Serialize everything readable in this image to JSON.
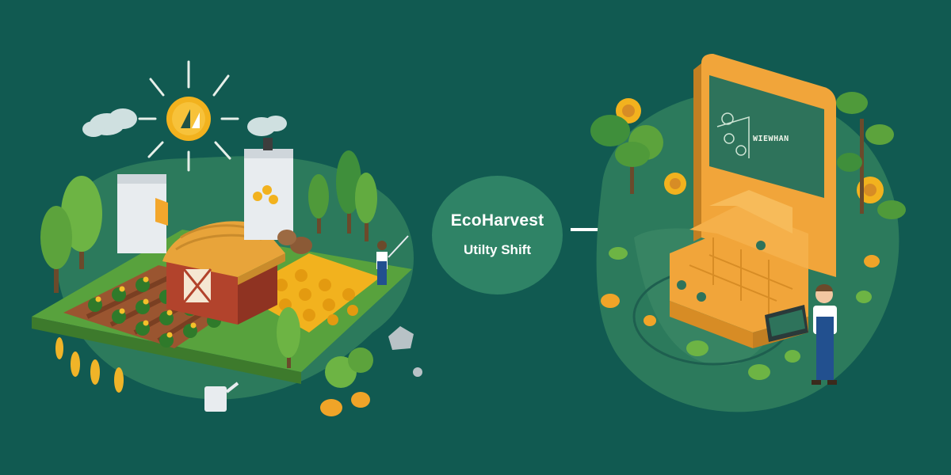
{
  "badge": {
    "line1": "EcoHarvest",
    "line2": "Utilty Shift"
  },
  "screen": {
    "heading": "WIEWHAN"
  },
  "colors": {
    "background": "#115a51",
    "badge": "#2f8366",
    "field_green": "#58a23d",
    "barn_red": "#b2432c",
    "crop_gold": "#f2b21e",
    "device_orange": "#f1a53a",
    "screen_green": "#2e735b"
  },
  "icons": [
    "sun-icon",
    "cloud-icon",
    "barn-icon",
    "farmer-icon",
    "arrow-right-icon",
    "digital-device-icon",
    "sunflower-icon",
    "tree-icon"
  ]
}
